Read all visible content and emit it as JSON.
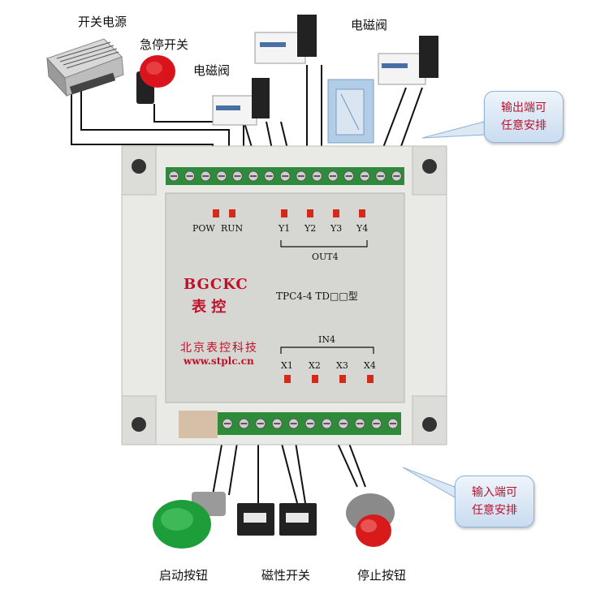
{
  "labels": {
    "power_supply": "开关电源",
    "estop": "急停开关",
    "valve_left": "电磁阀",
    "valve_top": "电磁阀",
    "start_button": "启动按钮",
    "magnetic_switch": "磁性开关",
    "stop_button": "停止按钮"
  },
  "callouts": {
    "output": "输出端可\n任意安排",
    "input": "输入端可\n任意安排"
  },
  "panel": {
    "pow": "POW",
    "run": "RUN",
    "outputs": [
      "Y1",
      "Y2",
      "Y3",
      "Y4"
    ],
    "out_group": "OUT4",
    "inputs": [
      "X1",
      "X2",
      "X3",
      "X4"
    ],
    "in_group": "IN4",
    "model": "TPC4-4 TD□□型",
    "brand_logo": "BGCKC",
    "brand_cn": "表 控",
    "company": "北京表控科技",
    "website": "www.stplc.cn"
  },
  "colors": {
    "callout_text": "#c0102a",
    "led": "#d42a1a",
    "housing": "#e9e9e6",
    "face": "#d6d6d2",
    "terminal": "#2e8b3a",
    "brand": "#c0102a"
  }
}
